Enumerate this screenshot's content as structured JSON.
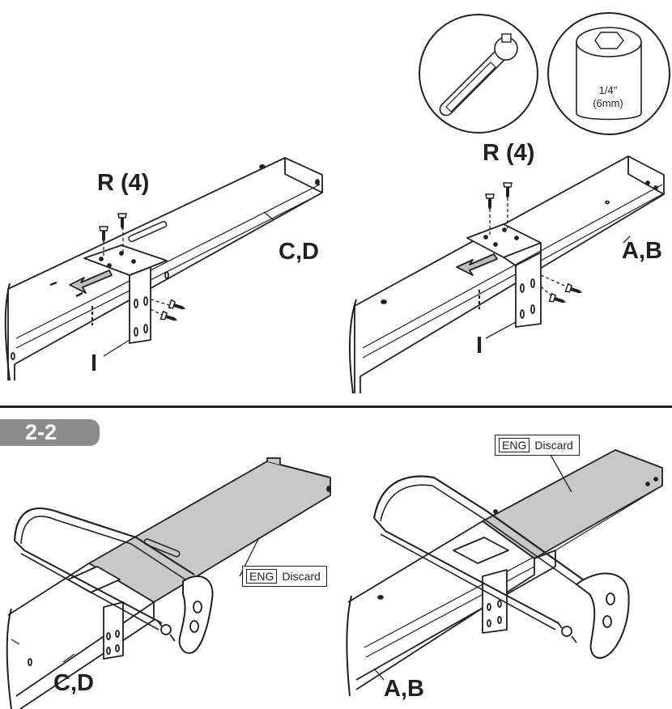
{
  "step2_1": {
    "left": {
      "screw_label": "R (4)",
      "rail_label": "C,D",
      "bracket_label": "I"
    },
    "right": {
      "screw_label": "R (4)",
      "rail_label": "A,B",
      "bracket_label": "I"
    },
    "tools": {
      "wrench_icon": "ratchet-wrench",
      "socket_icon": "hex-socket",
      "socket_size": "1/4\"",
      "socket_size_metric": "(6mm)"
    }
  },
  "step2_2": {
    "step_number": "2-2",
    "left": {
      "rail_label": "C,D",
      "discard_tag": "ENG",
      "discard_text": "Discard"
    },
    "right": {
      "rail_label": "A,B",
      "discard_tag": "ENG",
      "discard_text": "Discard"
    }
  },
  "colors": {
    "line": "#231f20",
    "shade": "#c8c8c8",
    "step_tab": "#8b8b8b"
  }
}
